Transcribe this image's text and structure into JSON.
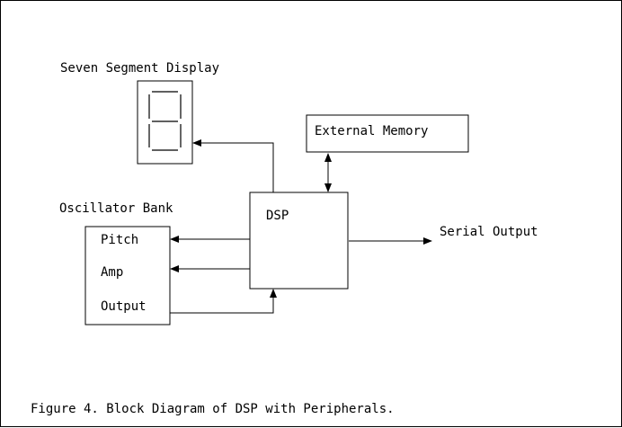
{
  "labels": {
    "seven_segment_display": "Seven Segment Display",
    "external_memory": "External Memory",
    "oscillator_bank": "Oscillator Bank",
    "dsp": "DSP",
    "serial_output": "Serial Output",
    "pitch": "Pitch",
    "amp": "Amp",
    "output": "Output"
  },
  "caption": "Figure 4. Block Diagram of DSP with Peripherals."
}
